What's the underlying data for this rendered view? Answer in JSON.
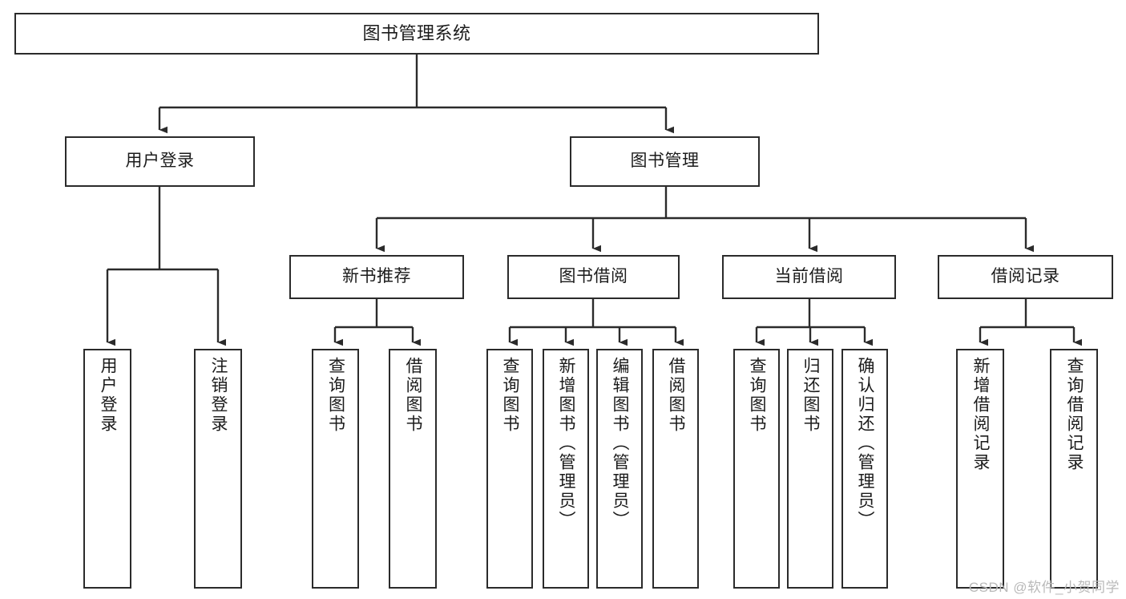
{
  "diagram": {
    "title": "图书管理系统",
    "type": "tree-hierarchy",
    "watermark": "CSDN @软件_小贺同学",
    "colors": {
      "background": "#ffffff",
      "box_border": "#2b2b2b",
      "box_fill": "#ffffff",
      "text": "#1b1b1b",
      "edge": "#2b2b2b",
      "watermark": "#b9b9b9"
    },
    "levels": {
      "root": "图书管理系统",
      "level2": [
        "用户登录",
        "图书管理"
      ],
      "level3": [
        "新书推荐",
        "图书借阅",
        "当前借阅",
        "借阅记录"
      ]
    },
    "nodes": {
      "root": {
        "id": "root",
        "label": "图书管理系统",
        "orientation": "horizontal"
      },
      "user_login": {
        "id": "user-login",
        "label": "用户登录",
        "orientation": "horizontal"
      },
      "book_manage": {
        "id": "book-manage",
        "label": "图书管理",
        "orientation": "horizontal"
      },
      "new_book_rec": {
        "id": "new-book-recommend",
        "label": "新书推荐",
        "orientation": "horizontal"
      },
      "book_borrow": {
        "id": "book-borrow",
        "label": "图书借阅",
        "orientation": "horizontal"
      },
      "current_borrow": {
        "id": "current-borrow",
        "label": "当前借阅",
        "orientation": "horizontal"
      },
      "borrow_record": {
        "id": "borrow-record",
        "label": "借阅记录",
        "orientation": "horizontal"
      }
    },
    "leaves": {
      "user_login": [
        {
          "id": "leaf-user-login",
          "label": "用户登录"
        },
        {
          "id": "leaf-user-logout",
          "label": "注销登录"
        }
      ],
      "new_book_rec": [
        {
          "id": "leaf-query-book-1",
          "label": "查询图书"
        },
        {
          "id": "leaf-borrow-book-1",
          "label": "借阅图书"
        }
      ],
      "book_borrow": [
        {
          "id": "leaf-query-book-2",
          "label": "查询图书"
        },
        {
          "id": "leaf-add-book",
          "label": "新增图书（管理员）"
        },
        {
          "id": "leaf-edit-book",
          "label": "编辑图书（管理员）"
        },
        {
          "id": "leaf-borrow-book-2",
          "label": "借阅图书"
        }
      ],
      "current_borrow": [
        {
          "id": "leaf-query-book-3",
          "label": "查询图书"
        },
        {
          "id": "leaf-return-book",
          "label": "归还图书"
        },
        {
          "id": "leaf-confirm-return",
          "label": "确认归还（管理员）"
        }
      ],
      "borrow_record": [
        {
          "id": "leaf-add-record",
          "label": "新增借阅记录"
        },
        {
          "id": "leaf-query-record",
          "label": "查询借阅记录"
        }
      ]
    }
  }
}
